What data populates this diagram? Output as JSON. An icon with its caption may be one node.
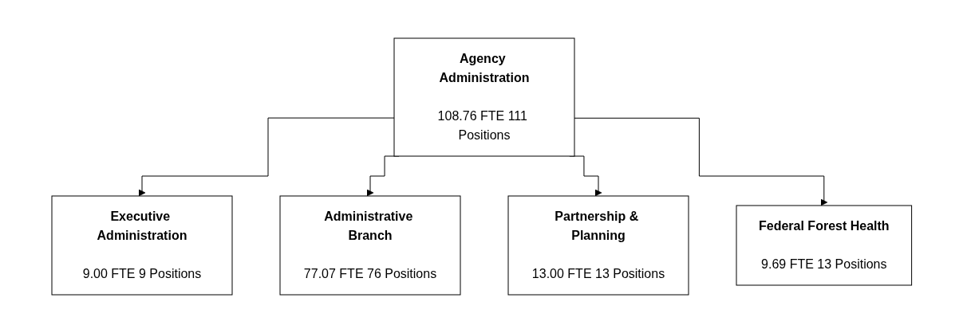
{
  "diagram": {
    "nodes": [
      {
        "text": [
          "Agency Administration",
          "108.76 FTE 111 Positions"
        ]
      },
      {
        "text": [
          "Executive Administration",
          "9.00 FTE 9 Positions"
        ]
      },
      {
        "text": [
          "Administrative Branch",
          "77.07 FTE 76 Positions"
        ]
      },
      {
        "text": [
          "Partnership & Planning",
          "13.00 FTE 13 Positions"
        ]
      },
      {
        "text": [
          "Federal Forest Health",
          "9.69 FTE 13 Positions"
        ]
      }
    ],
    "edges": [
      {
        "from": 0,
        "to": 1,
        "arrow": "to"
      },
      {
        "from": 0,
        "to": 2,
        "arrow": "to"
      },
      {
        "from": 0,
        "to": 3,
        "arrow": "to"
      },
      {
        "from": 0,
        "to": 4,
        "arrow": "to"
      }
    ]
  }
}
